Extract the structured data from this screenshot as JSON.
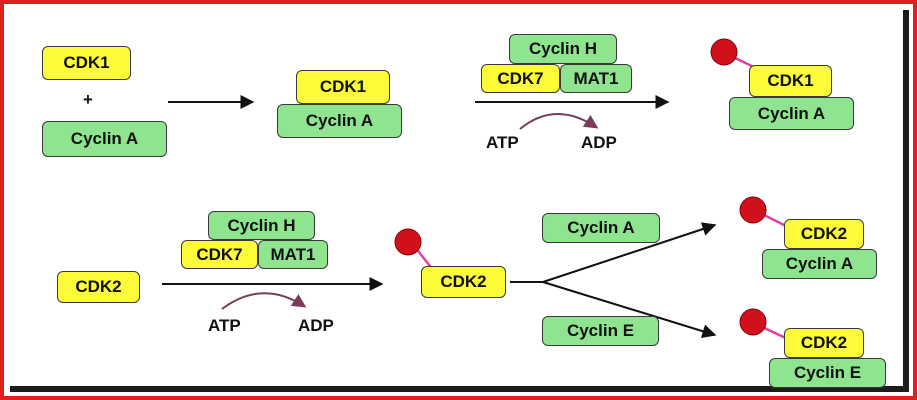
{
  "colors": {
    "border": "#e0201c",
    "cdk_fill": "#fbfb3a",
    "cyclin_fill": "#8fe58f",
    "phosphate": "#d0101a",
    "cycle_arrow": "#7a3a5a",
    "arrow": "#111111"
  },
  "row1": {
    "reactants": {
      "cdk": "CDK1",
      "plus": "+",
      "cyclin": "Cyclin A"
    },
    "complex": {
      "cdk": "CDK1",
      "cyclin": "Cyclin A"
    },
    "cak": {
      "cyclin_h": "Cyclin H",
      "cdk7": "CDK7",
      "mat1": "MAT1"
    },
    "atp": "ATP",
    "adp": "ADP",
    "product": {
      "cdk": "CDK1",
      "cyclin": "Cyclin A"
    }
  },
  "row2": {
    "reactant": "CDK2",
    "cak": {
      "cyclin_h": "Cyclin H",
      "cdk7": "CDK7",
      "mat1": "MAT1"
    },
    "atp": "ATP",
    "adp": "ADP",
    "phospho_cdk": "CDK2",
    "branch_cyclin_a": "Cyclin A",
    "branch_cyclin_e": "Cyclin E",
    "product_a": {
      "cdk": "CDK2",
      "cyclin": "Cyclin A"
    },
    "product_e": {
      "cdk": "CDK2",
      "cyclin": "Cyclin E"
    }
  }
}
